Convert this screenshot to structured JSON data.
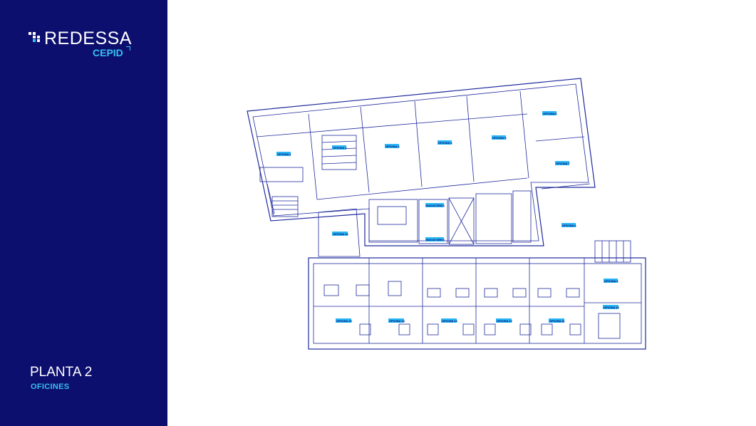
{
  "brand": {
    "name": "REDESSA",
    "sub": "CEPID",
    "icon": "brand-mark-icon",
    "colors": {
      "panel": "#0c0f6e",
      "accent": "#37c0f0",
      "plan_lines": "#1f2a9c"
    }
  },
  "floor": {
    "title": "PLANTA 2",
    "subtitle": "OFICINES"
  },
  "rooms": [
    {
      "id": "r1",
      "label": "OFICINA 1"
    },
    {
      "id": "r2",
      "label": "OFICINA 2"
    },
    {
      "id": "r3",
      "label": "OFICINA 3"
    },
    {
      "id": "r4",
      "label": "OFICINA 4"
    },
    {
      "id": "r5",
      "label": "OFICINA 5"
    },
    {
      "id": "r6",
      "label": "OFICINA 6"
    },
    {
      "id": "r7",
      "label": "OFICINA 7"
    },
    {
      "id": "r8",
      "label": "OFICINA 8"
    },
    {
      "id": "r9",
      "label": "OFICINA 9"
    },
    {
      "id": "r10",
      "label": "OFICINA 10"
    },
    {
      "id": "r11",
      "label": "OFICINA 11"
    },
    {
      "id": "r12",
      "label": "OFICINA 12"
    },
    {
      "id": "r13",
      "label": "OFICINA 13"
    },
    {
      "id": "r14",
      "label": "OFICINA 14"
    },
    {
      "id": "r15",
      "label": "OFICINA 15"
    },
    {
      "id": "r16",
      "label": "OFICINA 16"
    },
    {
      "id": "r17",
      "label": "MAGATZEM 1"
    },
    {
      "id": "r18",
      "label": "MAGATZEM 2"
    }
  ]
}
